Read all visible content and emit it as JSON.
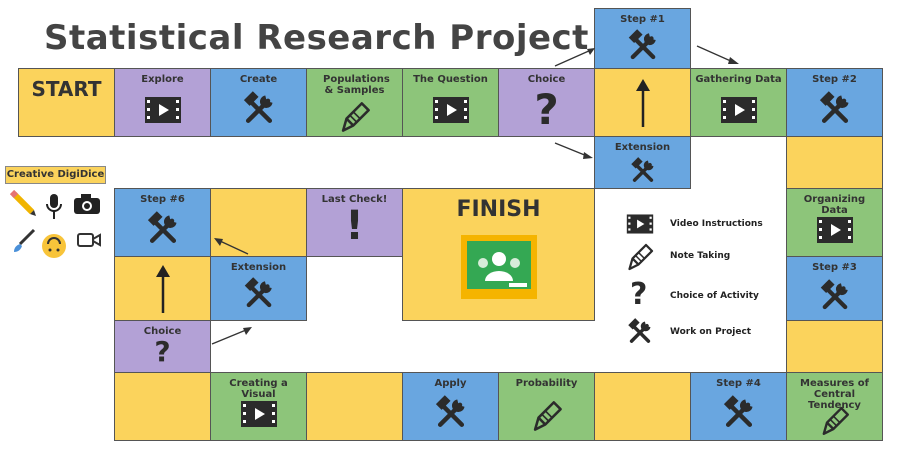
{
  "title": "Statistical Research Project",
  "colors": {
    "yellow": "#fbd35c",
    "purple": "#b3a1d6",
    "blue": "#69a6e0",
    "green": "#8dc57a"
  },
  "tiles": {
    "start": "START",
    "explore": "Explore",
    "create": "Create",
    "populations": "Populations & Samples",
    "question": "The Question",
    "choice_top": "Choice",
    "step1": "Step #1",
    "extension_top": "Extension",
    "gathering": "Gathering Data",
    "step2": "Step #2",
    "organizing": "Organizing Data",
    "step3": "Step #3",
    "measures": "Measures of Central Tendency",
    "step4": "Step #4",
    "probability": "Probability",
    "apply": "Apply",
    "creating_visual": "Creating a Visual",
    "choice_bottom": "Choice",
    "extension_mid": "Extension",
    "step6": "Step #6",
    "last_check": "Last Check!",
    "finish": "FINISH"
  },
  "legend": [
    {
      "icon": "video-icon",
      "label": "Video Instructions"
    },
    {
      "icon": "note-icon",
      "label": "Note Taking"
    },
    {
      "icon": "question-icon",
      "label": "Choice of Activity"
    },
    {
      "icon": "tools-icon",
      "label": "Work on Project"
    }
  ],
  "toolbar": {
    "label": "Creative DigiDice",
    "tools": [
      "pencil-icon",
      "microphone-icon",
      "camera-icon",
      "brush-icon",
      "face-icon",
      "video-camera-icon"
    ]
  }
}
